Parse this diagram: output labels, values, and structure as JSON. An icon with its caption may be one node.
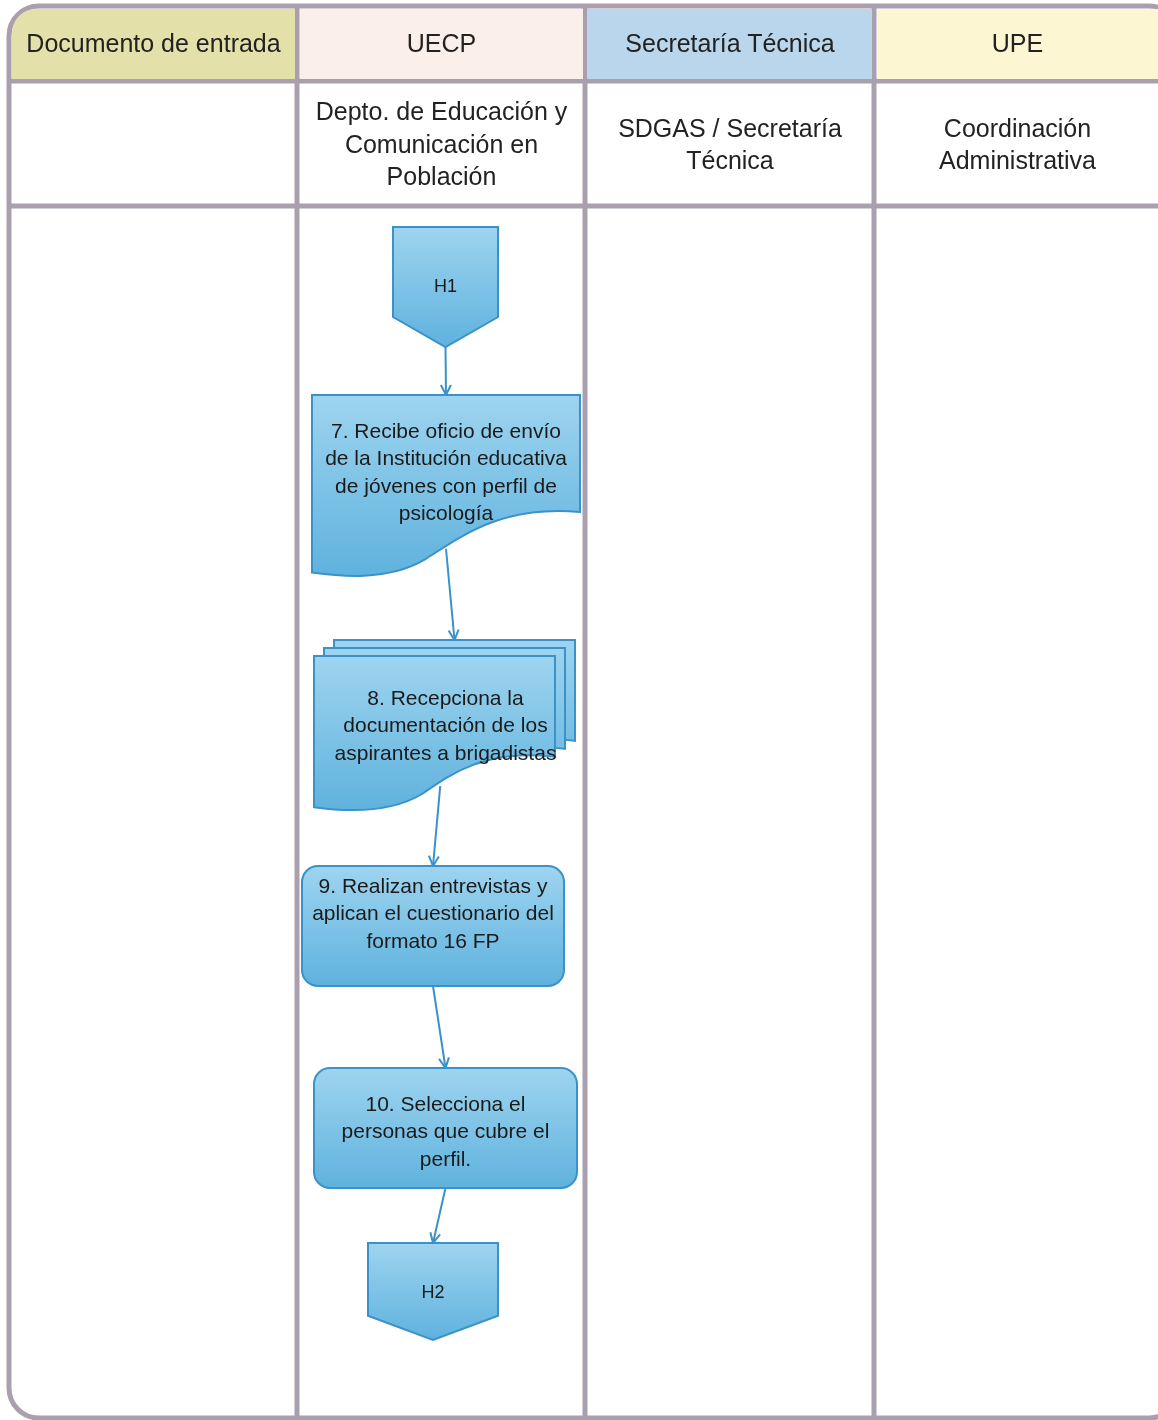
{
  "diagram": {
    "nodes": [
      {
        "text": [
          "Documento de entrada"
        ]
      },
      {
        "text": [
          "UECP"
        ]
      },
      {
        "text": [
          "Secretaría Técnica"
        ]
      },
      {
        "text": [
          "UPE"
        ]
      },
      {
        "text": [
          "H1"
        ]
      },
      {
        "text": [
          "7. Recibe oficio de envío de la Institución educativa de jóvenes con perfil de psicología"
        ]
      },
      {
        "text": [
          "8. Recepciona la documentación de los aspirantes a brigadistas"
        ]
      },
      {
        "text": [
          "9. Realizan entrevistas y aplican el cuestionario del formato 16 FP"
        ]
      },
      {
        "text": [
          "10. Selecciona el personas que cubre el perfil."
        ]
      },
      {
        "text": [
          "H2"
        ]
      }
    ],
    "edges": [
      {
        "from": 4,
        "to": 5,
        "arrow": "to"
      },
      {
        "from": 5,
        "to": 6,
        "arrow": "to"
      },
      {
        "from": 6,
        "to": 7,
        "arrow": "to"
      },
      {
        "from": 7,
        "to": 8,
        "arrow": "to"
      },
      {
        "from": 8,
        "to": 9,
        "arrow": "to"
      }
    ],
    "labels": [
      "Depto. de Educación y Comunicación en Población",
      "SDGAS / Secretaría Técnica",
      "Coordinación Administrativa"
    ]
  }
}
